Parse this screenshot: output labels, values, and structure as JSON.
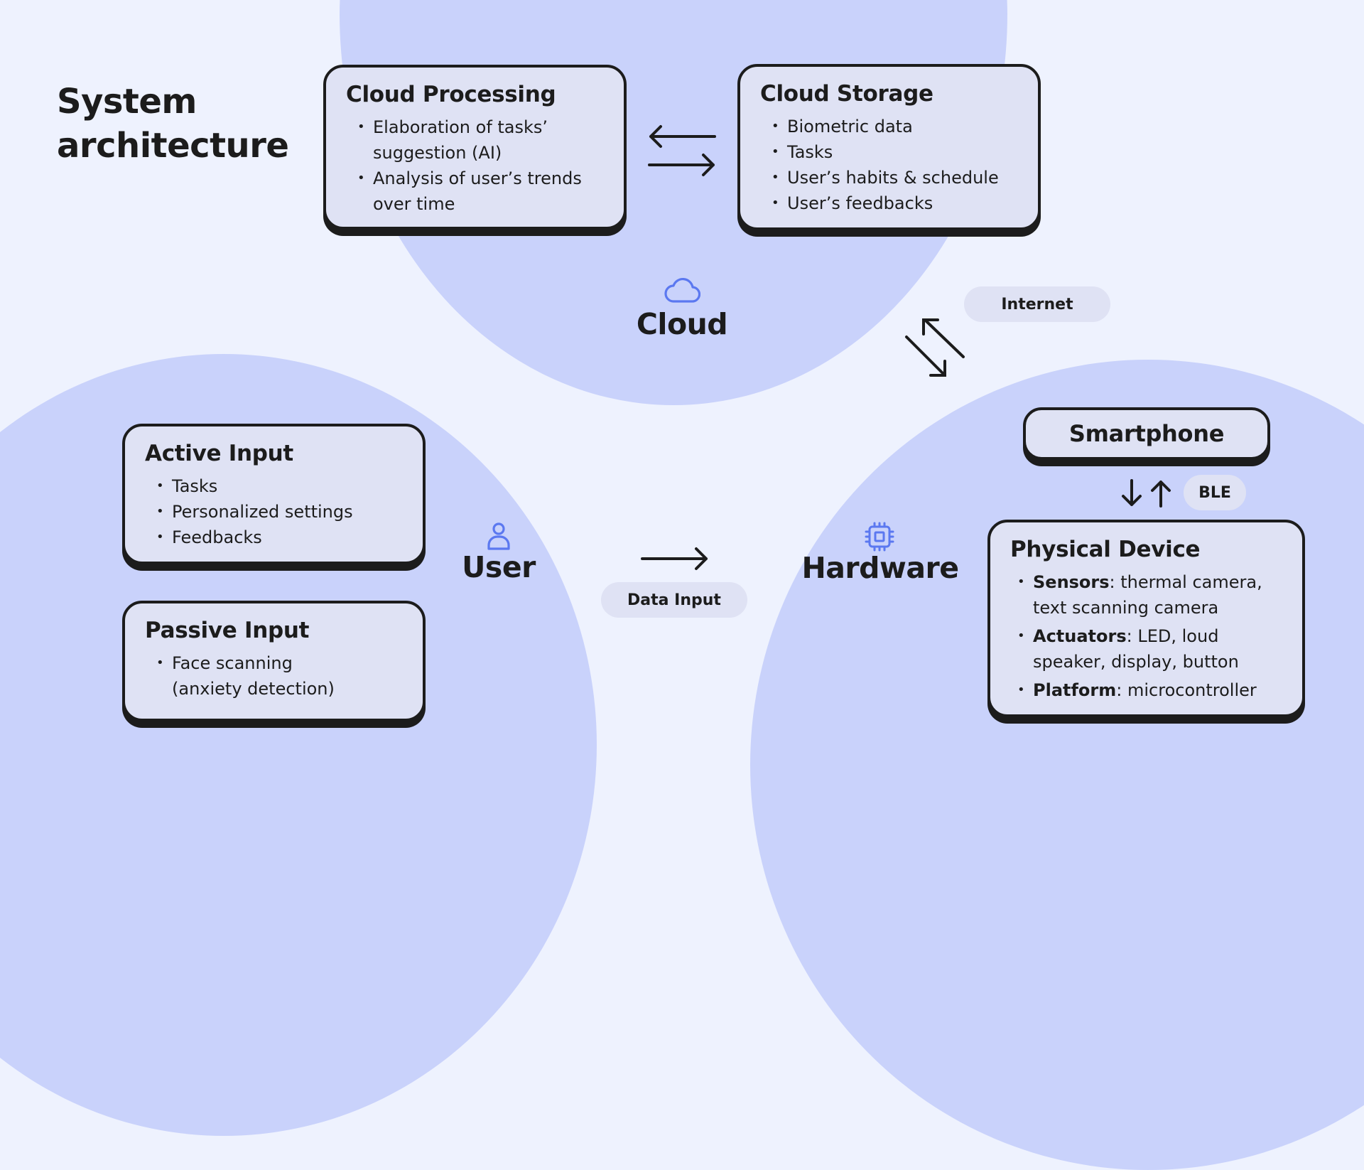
{
  "page": {
    "title_line1": "System",
    "title_line2": "architecture"
  },
  "colors": {
    "background": "#eef2fe",
    "zone_fill": "#c9d2fb",
    "card_fill": "#dfe2f4",
    "card_border": "#1c1c1c",
    "icon_accent": "#5b78f0",
    "text": "#1c1c1c"
  },
  "zones": {
    "cloud": {
      "label": "Cloud",
      "icon": "cloud-icon"
    },
    "user": {
      "label": "User",
      "icon": "user-icon"
    },
    "hardware": {
      "label": "Hardware",
      "icon": "chip-icon"
    }
  },
  "cards": {
    "cloud_processing": {
      "title": "Cloud Processing",
      "items": [
        "Elaboration of tasks’ suggestion (AI)",
        "Analysis of user’s trends over time"
      ]
    },
    "cloud_storage": {
      "title": "Cloud Storage",
      "items": [
        "Biometric data",
        "Tasks",
        "User’s habits & schedule",
        "User’s feedbacks"
      ]
    },
    "active_input": {
      "title": "Active Input",
      "items": [
        "Tasks",
        "Personalized settings",
        "Feedbacks"
      ]
    },
    "passive_input": {
      "title": "Passive Input",
      "items": [
        "Face scanning (anxiety detection)"
      ]
    },
    "smartphone": {
      "title": "Smartphone"
    },
    "physical_device": {
      "title": "Physical Device",
      "items": [
        {
          "label": "Sensors",
          "text": ": thermal camera, text scanning camera"
        },
        {
          "label": "Actuators",
          "text": ": LED, loud speaker, display, button"
        },
        {
          "label": "Platform",
          "text": ": microcontroller"
        }
      ]
    }
  },
  "connections": {
    "internet": "Internet",
    "data_input": "Data Input",
    "ble": "BLE"
  }
}
